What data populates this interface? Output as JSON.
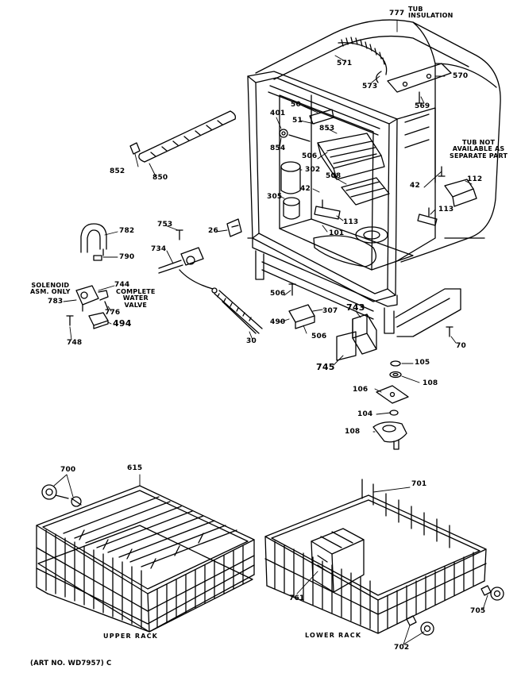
{
  "notes": {
    "tub_insulation": [
      "TUB",
      "INSULATION"
    ],
    "tub_not_available": [
      "TUB NOT",
      "AVAILABLE AS",
      "SEPARATE PART"
    ],
    "solenoid": [
      "SOLENOID",
      "ASM. ONLY"
    ],
    "water_valve": [
      "COMPLETE",
      "WATER",
      "VALVE"
    ]
  },
  "captions": {
    "upper_rack": "UPPER RACK",
    "lower_rack": "LOWER RACK",
    "art_no": "(ART NO. WD7957) C"
  },
  "part_numbers": {
    "p777": "777",
    "p571": "571",
    "p573": "573",
    "p570": "570",
    "p569": "569",
    "p50": "50",
    "p51": "51",
    "p401": "401",
    "p853": "853",
    "p854": "854",
    "p506a": "506",
    "p302": "302",
    "p508": "508",
    "p42a": "42",
    "p305": "305",
    "p113a": "113",
    "p101": "101",
    "p112": "112",
    "p42b": "42",
    "p113b": "113",
    "p852": "852",
    "p850": "850",
    "p782": "782",
    "p790": "790",
    "p753": "753",
    "p734": "734",
    "p26": "26",
    "p744": "744",
    "p783": "783",
    "p776": "776",
    "p494": "494",
    "p748": "748",
    "p30": "30",
    "p506b": "506",
    "p307": "307",
    "p490": "490",
    "p506c": "506",
    "p743": "743",
    "p745": "745",
    "p70": "70",
    "p105": "105",
    "p108a": "108",
    "p106": "106",
    "p104": "104",
    "p108b": "108",
    "p700": "700",
    "p615": "615",
    "p701": "701",
    "p761": "761",
    "p705": "705",
    "p702": "702"
  }
}
